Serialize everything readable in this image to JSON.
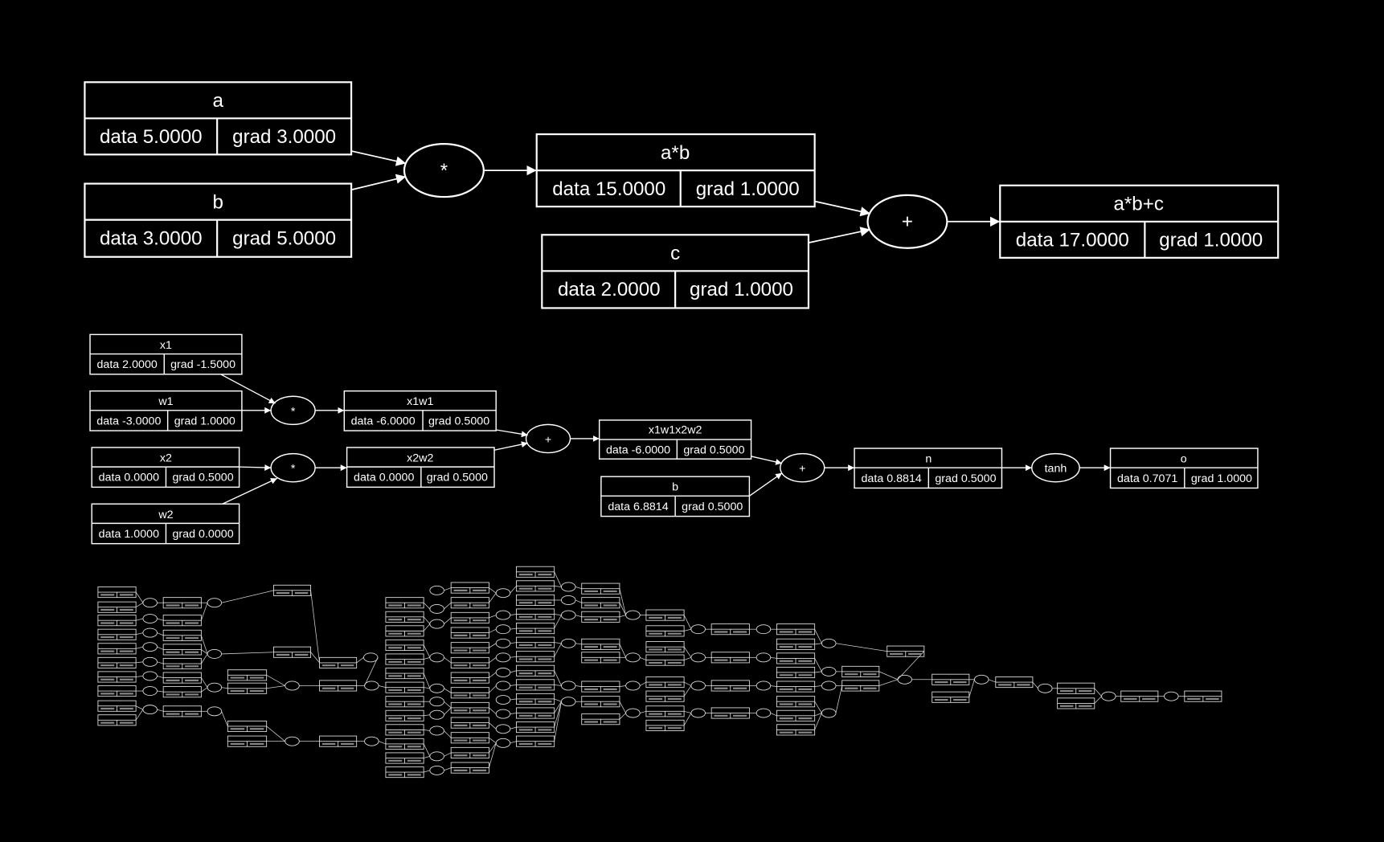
{
  "graph1": {
    "nodes": [
      {
        "label": "a",
        "data": "data 5.0000",
        "grad": "grad 3.0000"
      },
      {
        "label": "b",
        "data": "data 3.0000",
        "grad": "grad 5.0000"
      },
      {
        "label": "a*b",
        "data": "data 15.0000",
        "grad": "grad 1.0000"
      },
      {
        "label": "c",
        "data": "data 2.0000",
        "grad": "grad 1.0000"
      },
      {
        "label": "a*b+c",
        "data": "data 17.0000",
        "grad": "grad 1.0000"
      }
    ],
    "ops": [
      "*",
      "+"
    ]
  },
  "graph2": {
    "nodes": [
      {
        "label": "x1",
        "data": "data 2.0000",
        "grad": "grad -1.5000"
      },
      {
        "label": "w1",
        "data": "data -3.0000",
        "grad": "grad 1.0000"
      },
      {
        "label": "x1w1",
        "data": "data -6.0000",
        "grad": "grad 0.5000"
      },
      {
        "label": "x2",
        "data": "data 0.0000",
        "grad": "grad 0.5000"
      },
      {
        "label": "w2",
        "data": "data 1.0000",
        "grad": "grad 0.0000"
      },
      {
        "label": "x2w2",
        "data": "data 0.0000",
        "grad": "grad 0.5000"
      },
      {
        "label": "x1w1x2w2",
        "data": "data -6.0000",
        "grad": "grad 0.5000"
      },
      {
        "label": "b",
        "data": "data 6.8814",
        "grad": "grad 0.5000"
      },
      {
        "label": "n",
        "data": "data 0.8814",
        "grad": "grad 0.5000"
      },
      {
        "label": "o",
        "data": "data 0.7071",
        "grad": "grad 1.0000"
      }
    ],
    "ops": [
      "*",
      "*",
      "+",
      "+",
      "tanh"
    ]
  }
}
